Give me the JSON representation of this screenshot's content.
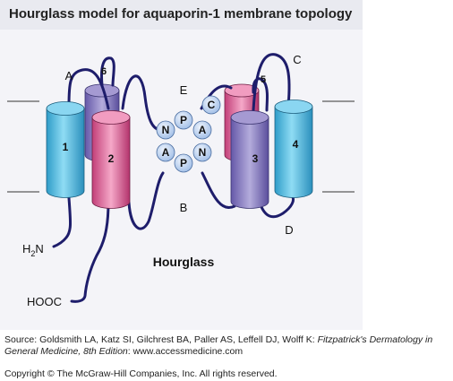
{
  "title": "Hourglass model for aquaporin-1 membrane topology",
  "helices": [
    "1",
    "2",
    "3",
    "4",
    "5",
    "6"
  ],
  "loops": [
    "A",
    "B",
    "C",
    "D",
    "E"
  ],
  "npa_left": [
    "N",
    "P",
    "A"
  ],
  "npa_right": [
    "A",
    "N",
    "P"
  ],
  "extra_residue": "C",
  "n_terminus": "H",
  "n_terminus_sub": "2",
  "n_terminus_end": "N",
  "c_terminus": "HOOC",
  "center_label": "Hourglass",
  "source": {
    "prefix": "Source: Goldsmith LA, Katz SI, Gilchrest BA, Paller AS, Leffell DJ, Wolff K: ",
    "book": "Fitzpatrick's Dermatology in General Medicine, 8th Edition",
    "suffix": ": www.accessmedicine.com"
  },
  "copyright": "Copyright © The McGraw-Hill Companies, Inc. All rights reserved.",
  "colors": {
    "cyan": "#5bc4e6",
    "pink": "#e36a9c",
    "violet": "#8a80c0",
    "loop": "#1e1d6b",
    "residue": "#c9ddf6"
  }
}
